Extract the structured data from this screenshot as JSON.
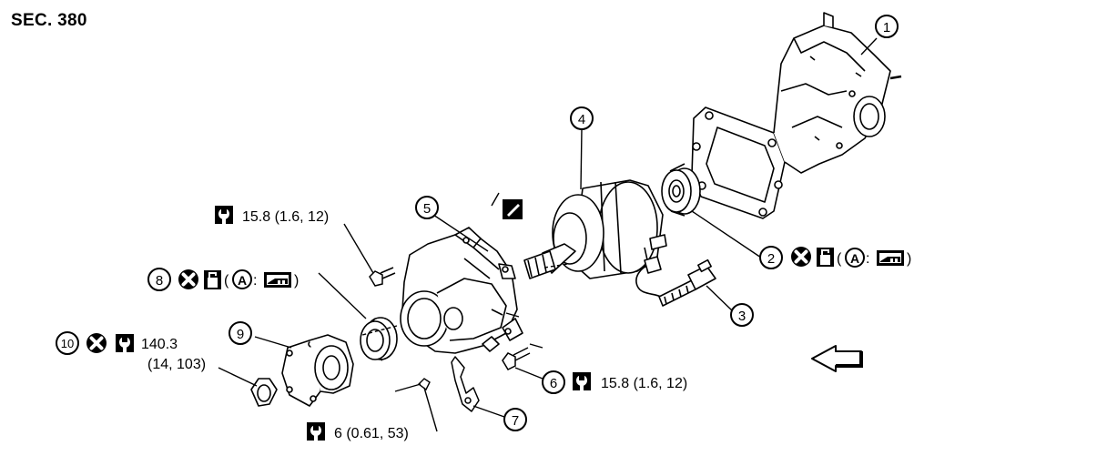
{
  "section": "SEC. 380",
  "callouts": [
    "1",
    "2",
    "3",
    "4",
    "5",
    "6",
    "7",
    "8",
    "9",
    "10"
  ],
  "torques": {
    "t5": "15.8 (1.6, 12)",
    "t6": "15.8 (1.6, 12)",
    "t7": "6 (0.61, 53)",
    "t10_line1": "140.3",
    "t10_line2": "(14, 103)"
  },
  "symbols": {
    "paren_open": "(",
    "paren_close": ")",
    "letter_a": "A",
    "colon": ":"
  },
  "icons": [
    "torque-wrench-icon",
    "do-not-reuse-icon",
    "apply-grease-icon",
    "sealant-icon",
    "circle-a-icon",
    "front-direction-arrow-icon"
  ]
}
